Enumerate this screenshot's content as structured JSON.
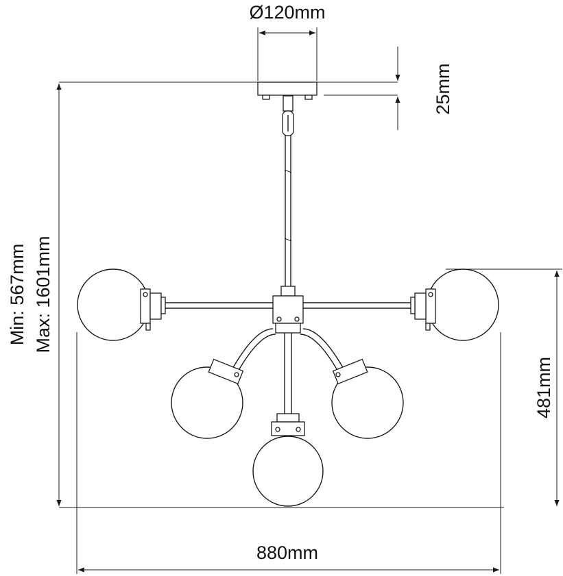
{
  "dimensions": {
    "canopy_diameter": "Ø120mm",
    "canopy_height": "25mm",
    "drop_min": "Min: 567mm",
    "drop_max": "Max: 1601mm",
    "body_height": "481mm",
    "overall_width": "880mm"
  },
  "colors": {
    "line": "#1a1a1a",
    "background": "#ffffff"
  }
}
